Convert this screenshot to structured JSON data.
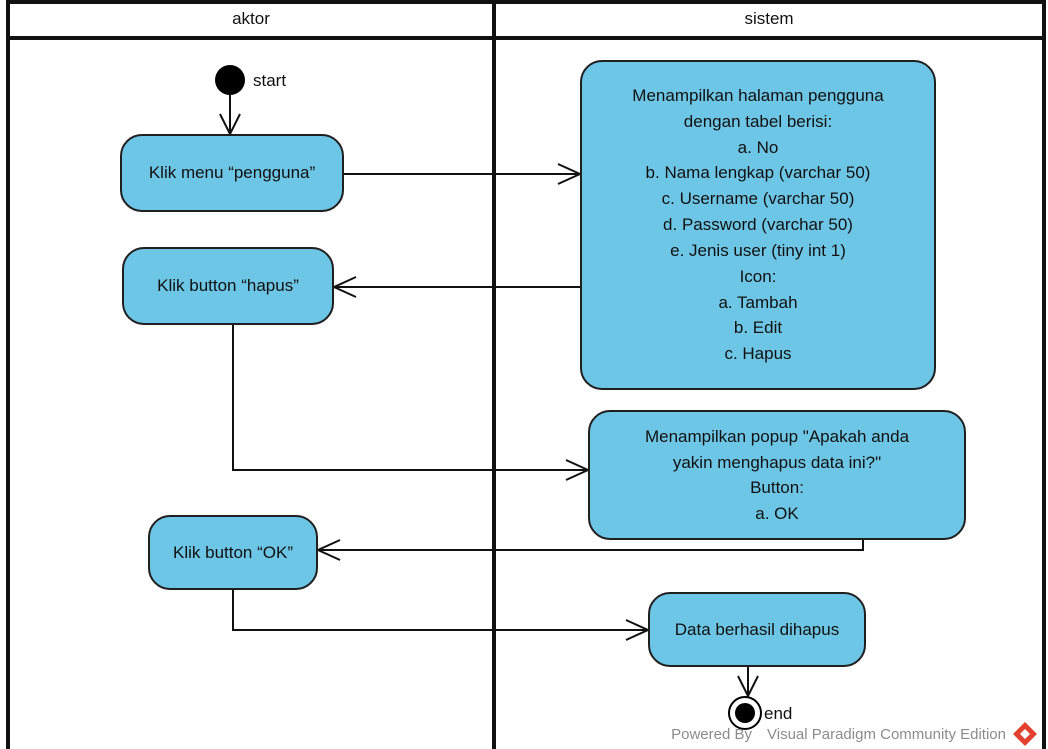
{
  "lanes": {
    "left": "aktor",
    "right": "sistem"
  },
  "start_label": "start",
  "end_label": "end",
  "actions": {
    "menu_pengguna": "Klik menu “pengguna”",
    "button_hapus": "Klik button “hapus”",
    "button_ok": "Klik button “OK”",
    "halaman_pengguna": [
      "Menampilkan halaman pengguna",
      "dengan tabel berisi:",
      "a. No",
      "b. Nama lengkap (varchar 50)",
      "c. Username (varchar 50)",
      "d. Password (varchar 50)",
      "e. Jenis user (tiny int 1)",
      "Icon:",
      "a. Tambah",
      "b. Edit",
      "c. Hapus"
    ],
    "popup": [
      "Menampilkan popup \"Apakah anda",
      "yakin menghapus data ini?\"",
      "Button:",
      "a. OK"
    ],
    "berhasil": "Data berhasil dihapus"
  },
  "footer": "Powered By Visual Paradigm Community Edition",
  "colors": {
    "node_fill": "#6ec6e6",
    "outline": "#1f1f1f",
    "logo": "#e3412f"
  }
}
